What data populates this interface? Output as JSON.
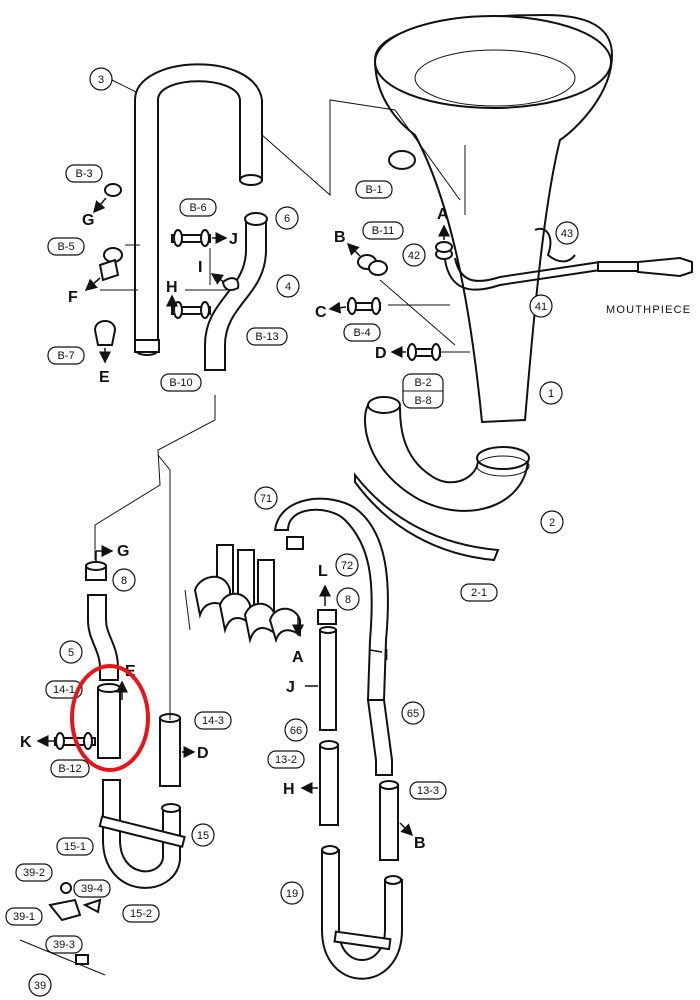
{
  "callouts": {
    "c1": "1",
    "c2": "2",
    "c2_1": "2-1",
    "c3": "3",
    "c4": "4",
    "c5": "5",
    "c6": "6",
    "c8a": "8",
    "c8b": "8",
    "b1": "B-1",
    "b2": "B-2",
    "b3": "B-3",
    "b4": "B-4",
    "b5": "B-5",
    "b6": "B-6",
    "b7": "B-7",
    "b8": "B-8",
    "b10": "B-10",
    "b11": "B-11",
    "b12": "B-12",
    "b13": "B-13",
    "c13_2": "13-2",
    "c13_3": "13-3",
    "c14_1": "14-1",
    "c14_3": "14-3",
    "c15": "15",
    "c15_1": "15-1",
    "c15_2": "15-2",
    "c19": "19",
    "c39": "39",
    "c39_1": "39-1",
    "c39_2": "39-2",
    "c39_3": "39-3",
    "c39_4": "39-4",
    "c41": "41",
    "c42": "42",
    "c43": "43",
    "c65": "65",
    "c66": "66",
    "c71": "71",
    "c72": "72"
  },
  "letters": {
    "A_top": "A",
    "B_top": "B",
    "C": "C",
    "D_top": "D",
    "E_top": "E",
    "F_top": "F",
    "G_top": "G",
    "H_top": "H",
    "I_top": "I",
    "J_top": "J",
    "G_low": "G",
    "L": "L",
    "A_low": "A",
    "I_low": "I",
    "E_low": "E",
    "J_low": "J",
    "K": "K",
    "D_low": "D",
    "H_low": "H",
    "B_low": "B"
  },
  "mouthpiece_label": "MOUTHPIECE",
  "highlight_color": "#e8141c"
}
